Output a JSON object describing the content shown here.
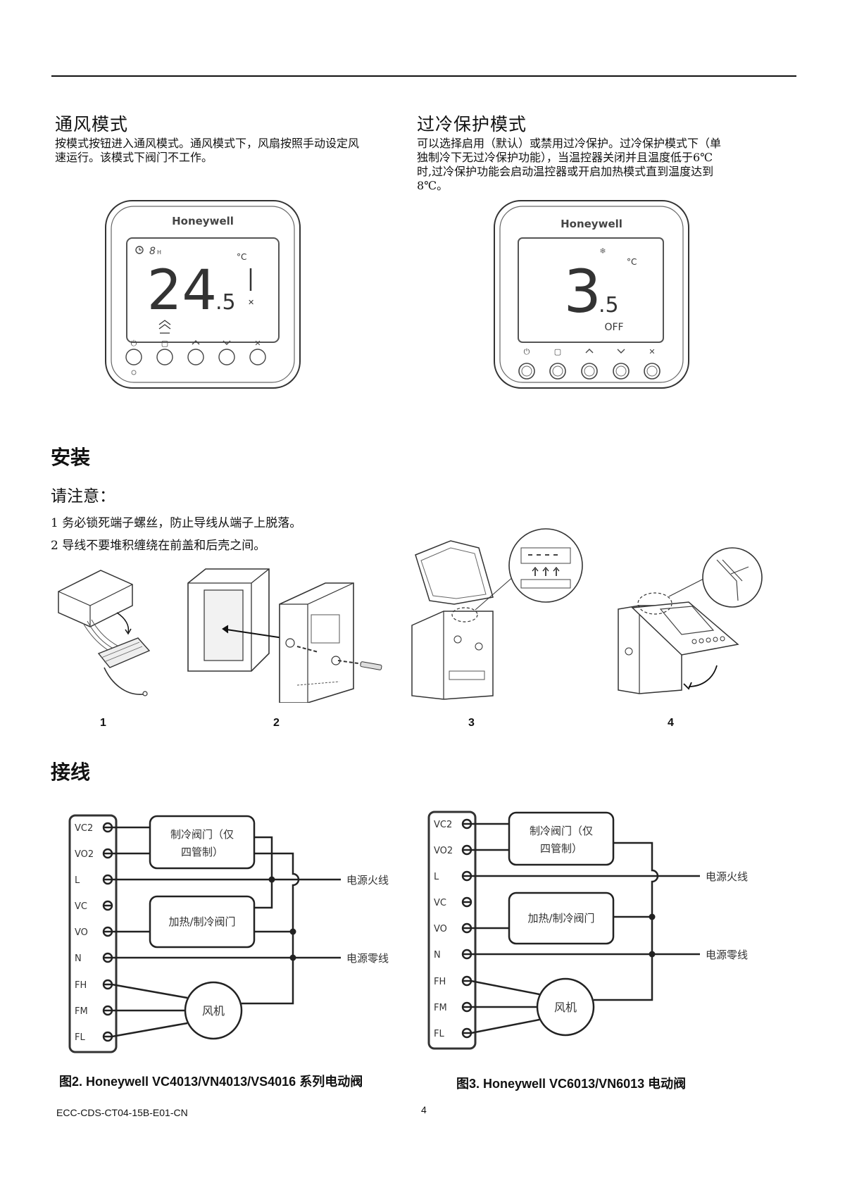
{
  "vent_mode": {
    "title": "通风模式",
    "lines": [
      "按模式按钮进入通风模式。通风模式下，风扇按照手动设定风",
      "速运行。该模式下阀门不工作。"
    ]
  },
  "overcool_mode": {
    "title": "过冷保护模式",
    "lines": [
      "可以选择启用（默认）或禁用过冷保护。过冷保护模式下（单",
      "独制冷下无过冷保护功能），当温控器关闭并且温度低于6℃",
      "时,过冷保护功能会启动温控器或开启加热模式直到温度达到",
      "8℃。"
    ]
  },
  "thermostat_left": {
    "brand": "Honeywell",
    "time": "8",
    "time_unit": "H",
    "temp_main": "24",
    "temp_decimal": ".5",
    "unit": "°C"
  },
  "thermostat_right": {
    "brand": "Honeywell",
    "temp_main": "3",
    "temp_decimal": ".5",
    "unit": "°C",
    "status": "OFF"
  },
  "install": {
    "title": "安装",
    "notice_title": "请注意：",
    "notes": [
      "1  务必锁死端子螺丝，防止导线从端子上脱落。",
      "2  导线不要堆积缠绕在前盖和后壳之间。"
    ],
    "steps": [
      "1",
      "2",
      "3",
      "4"
    ]
  },
  "wiring": {
    "title": "接线",
    "terminals": [
      "VC2",
      "VO2",
      "L",
      "VC",
      "VO",
      "N",
      "FH",
      "FM",
      "FL"
    ],
    "valve_cool": [
      "制冷阀门（仅",
      "四管制）"
    ],
    "valve_heat": "加热/制冷阀门",
    "fan": "风机",
    "live": "电源火线",
    "neutral": "电源零线",
    "caption_left": "图2. Honeywell VC4013/VN4013/VS4016 系列电动阀",
    "caption_right": "图3. Honeywell VC6013/VN6013 电动阀"
  },
  "footer": {
    "doc_code": "ECC-CDS-CT04-15B-E01-CN",
    "page": "4"
  }
}
